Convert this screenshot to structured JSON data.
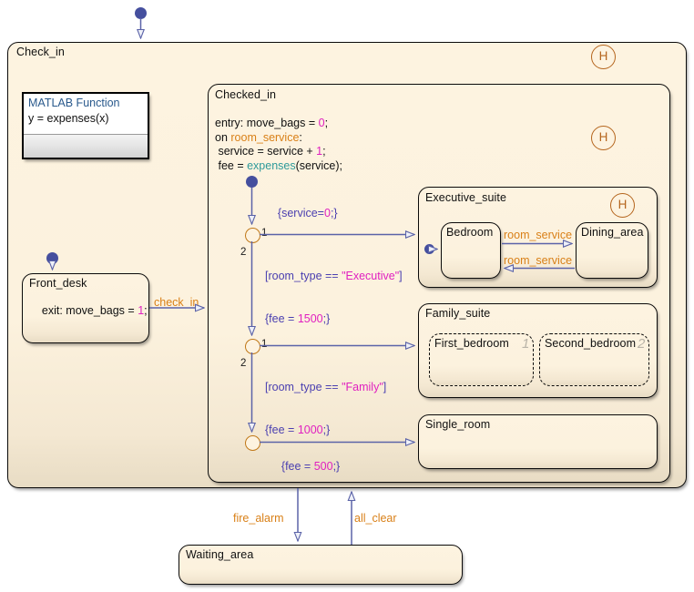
{
  "diagram": {
    "type": "stateflow-chart",
    "title": "Check_in",
    "canvas_bg": "#ffffff",
    "state_fill": "#fdf3e0",
    "accent_event": "#d98018",
    "accent_number": "#e020c0",
    "accent_condition": "#4a3fb0",
    "accent_function": "#2e9a9a",
    "accent_history": "#b5651d",
    "transition_color": "#5b63a8"
  },
  "states": {
    "check_in": {
      "label": "Check_in",
      "history_icon": "H"
    },
    "checked_in": {
      "label": "Checked_in",
      "actions": {
        "entry_prefix": "entry: move_bags = ",
        "entry_value": "0",
        "entry_suffix": ";",
        "on_prefix": "on ",
        "on_event": "room_service",
        "on_suffix": ":",
        "line3_prefix": " service = service + ",
        "line3_value": "1",
        "line3_suffix": ";",
        "line4_prefix": " fee = ",
        "line4_fn": "expenses",
        "line4_suffix": "(service);"
      },
      "history_icon": "H"
    },
    "front_desk": {
      "label": "Front_desk",
      "exit_prefix": "exit: move_bags = ",
      "exit_value": "1",
      "exit_suffix": ";"
    },
    "executive_suite": {
      "label": "Executive_suite",
      "history_icon": "H",
      "children": {
        "bedroom": {
          "label": "Bedroom"
        },
        "dining_area": {
          "label": "Dining_area"
        }
      }
    },
    "family_suite": {
      "label": "Family_suite",
      "children": {
        "first_bedroom": {
          "label": "First_bedroom",
          "order": "1"
        },
        "second_bedroom": {
          "label": "Second_bedroom",
          "order": "2"
        }
      }
    },
    "single_room": {
      "label": "Single_room"
    },
    "waiting_area": {
      "label": "Waiting_area"
    },
    "matlab_function": {
      "title": "MATLAB Function",
      "signature": "y = expenses(x)"
    }
  },
  "transitions": {
    "check_in_event": {
      "label": "check_in"
    },
    "fire_alarm": {
      "label": "fire_alarm"
    },
    "all_clear": {
      "label": "all_clear"
    },
    "room_service_to_dining": {
      "label": "room_service"
    },
    "room_service_to_bedroom": {
      "label": "room_service"
    },
    "default_action": {
      "open": "{service=",
      "value": "0",
      "close": ";}"
    },
    "exec_branch": {
      "cond_open": "[room_type == ",
      "cond_value": "\"Executive\"",
      "cond_close": "]",
      "act_open": "{fee = ",
      "act_value": "1500",
      "act_close": ";}",
      "order_1": "1",
      "order_2": "2"
    },
    "family_branch": {
      "cond_open": "[room_type == ",
      "cond_value": "\"Family\"",
      "cond_close": "]",
      "act_open": "{fee = ",
      "act_value": "1000",
      "act_close": ";}",
      "order_1": "1",
      "order_2": "2"
    },
    "single_branch": {
      "act_open": "{fee = ",
      "act_value": "500",
      "act_close": ";}"
    }
  }
}
